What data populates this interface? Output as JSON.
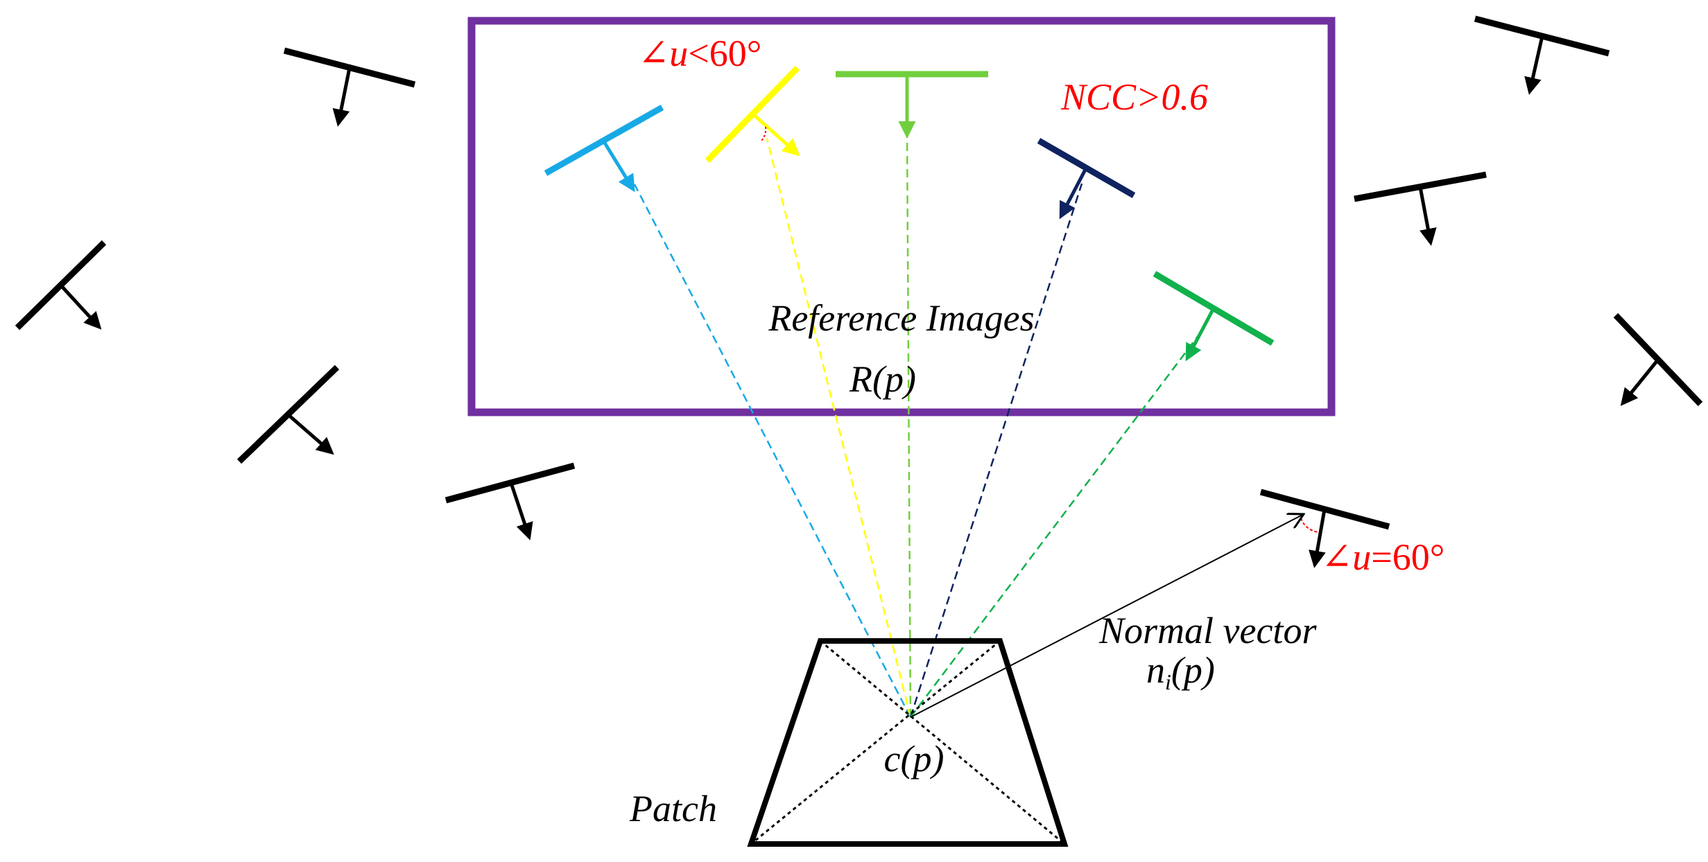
{
  "labels": {
    "reference_images": "Reference Images",
    "reference_set": "R(p)",
    "ncc_condition": "NCC>0.6",
    "angle_lt_prefix": "∠u",
    "angle_lt_suffix": "<60°",
    "angle_eq_prefix": "∠u",
    "angle_eq_suffix": "=60°",
    "normal_vector_line1": "Normal vector",
    "normal_vector_n": "n",
    "normal_vector_sub": "i",
    "normal_vector_arg": "(p)",
    "patch_center": "c(p)",
    "patch": "Patch"
  },
  "colors": {
    "reference_box": "#7030A0",
    "annotation_red": "#FF0000",
    "camera_black": "#000000",
    "camera_light_blue": "#17A9E6",
    "camera_yellow": "#FFFF00",
    "camera_light_green": "#71CF3E",
    "camera_navy": "#0E2360",
    "camera_green": "#11B14C"
  }
}
